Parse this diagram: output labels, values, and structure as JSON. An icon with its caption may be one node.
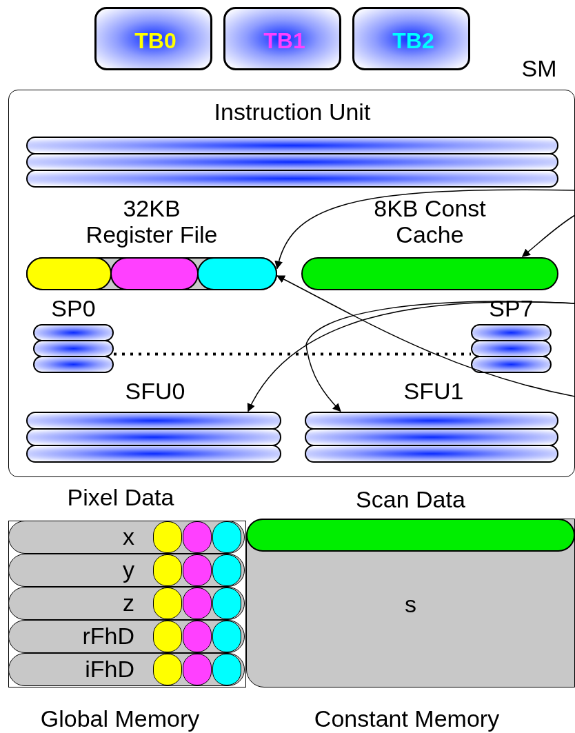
{
  "diagram": {
    "nodes": [
      {
        "text": [
          "TB0"
        ]
      },
      {
        "text": [
          "TB1"
        ]
      },
      {
        "text": [
          "TB2"
        ]
      },
      {
        "text": [
          "SM"
        ]
      },
      {
        "text": [
          "Instruction Unit"
        ],
        "in": 3
      },
      {
        "text": [
          "32KB Register File"
        ],
        "in": 3
      },
      {
        "text": [
          "8KB Const Cache"
        ],
        "in": 3
      },
      {
        "text": [
          "SP0"
        ],
        "in": 3
      },
      {
        "text": [
          "SP7"
        ],
        "in": 3
      },
      {
        "text": [
          "SFU0"
        ],
        "in": 3
      },
      {
        "text": [
          "SFU1"
        ],
        "in": 3
      },
      {
        "text": [
          "Pixel Data"
        ],
        "beside": [
          "Global Memory"
        ]
      },
      {
        "text": [
          "x"
        ],
        "in": 11
      },
      {
        "text": [
          "y"
        ],
        "in": 11
      },
      {
        "text": [
          "z"
        ],
        "in": 11
      },
      {
        "text": [
          "rFhD"
        ],
        "in": 11
      },
      {
        "text": [
          "iFhD"
        ],
        "in": 11
      },
      {
        "text": [
          "Scan Data",
          "s"
        ],
        "beside": [
          "Constant Memory"
        ]
      }
    ],
    "edges": [
      {
        "from": null,
        "to": 5,
        "arrow": "to"
      },
      {
        "from": null,
        "to": 6,
        "arrow": "to"
      },
      {
        "from": null,
        "to": 9,
        "arrow": "to"
      },
      {
        "from": null,
        "to": 10,
        "arrow": "to"
      },
      {
        "from": null,
        "to": 5,
        "arrow": "to"
      },
      {
        "from": 7,
        "to": 8,
        "arrow": "none",
        "style": "dashed"
      }
    ]
  }
}
